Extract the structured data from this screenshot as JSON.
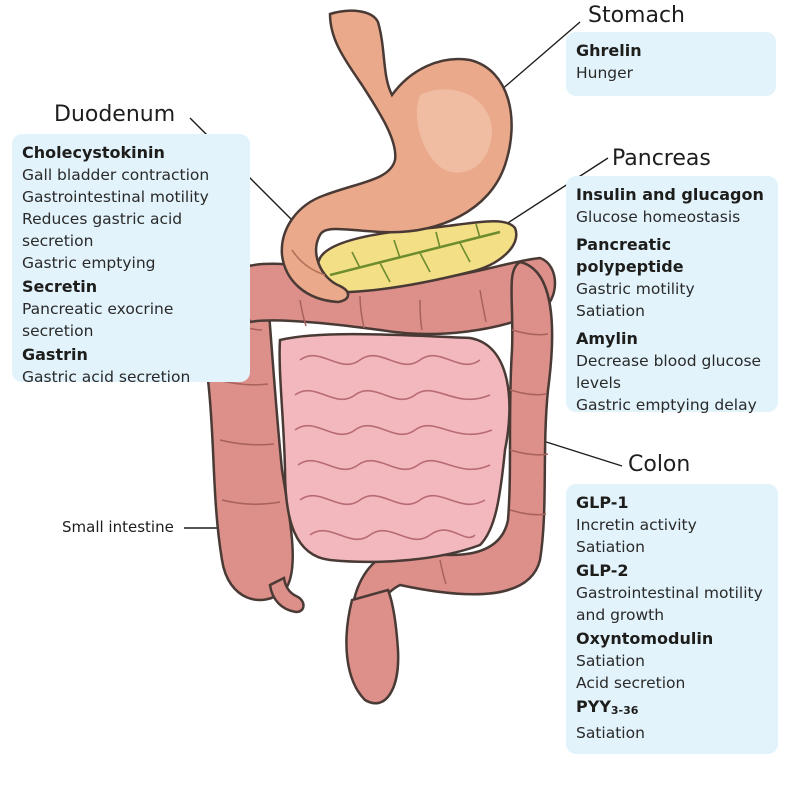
{
  "organs": {
    "stomach": {
      "title": "Stomach",
      "hormones": [
        {
          "name": "Ghrelin",
          "effects": [
            "Hunger"
          ]
        }
      ]
    },
    "duodenum": {
      "title": "Duodenum",
      "hormones": [
        {
          "name": "Cholecystokinin",
          "effects": [
            "Gall bladder contraction",
            "Gastrointestinal motility",
            "Reduces gastric acid secretion",
            "Gastric emptying"
          ]
        },
        {
          "name": "Secretin",
          "effects": [
            "Pancreatic exocrine",
            "secretion"
          ]
        },
        {
          "name": "Gastrin",
          "effects": [
            "Gastric acid secretion"
          ]
        }
      ]
    },
    "pancreas": {
      "title": "Pancreas",
      "hormones": [
        {
          "name": "Insulin and glucagon",
          "effects": [
            "Glucose homeostasis"
          ]
        },
        {
          "name": "Pancreatic polypeptide",
          "effects": [
            "Gastric motility",
            "Satiation"
          ]
        },
        {
          "name": "Amylin",
          "effects": [
            "Decrease blood glucose",
            "levels",
            "Gastric emptying delay"
          ]
        }
      ]
    },
    "colon": {
      "title": "Colon",
      "hormones": [
        {
          "name": "GLP-1",
          "effects": [
            "Incretin activity",
            "Satiation"
          ]
        },
        {
          "name": "GLP-2",
          "effects": [
            "Gastrointestinal motility",
            "and growth"
          ]
        },
        {
          "name": "Oxyntomodulin",
          "effects": [
            "Satiation",
            "Acid secretion"
          ]
        },
        {
          "name": "PYY",
          "name_sub": "3-36",
          "effects": [
            "Satiation"
          ]
        }
      ]
    },
    "small_intestine": {
      "title": "Small intestine"
    }
  },
  "colors": {
    "panel": "#e2f3fb",
    "stomach": "#e9a98a",
    "pancreas": "#f3df86",
    "colon": "#dd8f8a",
    "small_intestine": "#f2b8bd",
    "outline": "#4a3a35"
  }
}
